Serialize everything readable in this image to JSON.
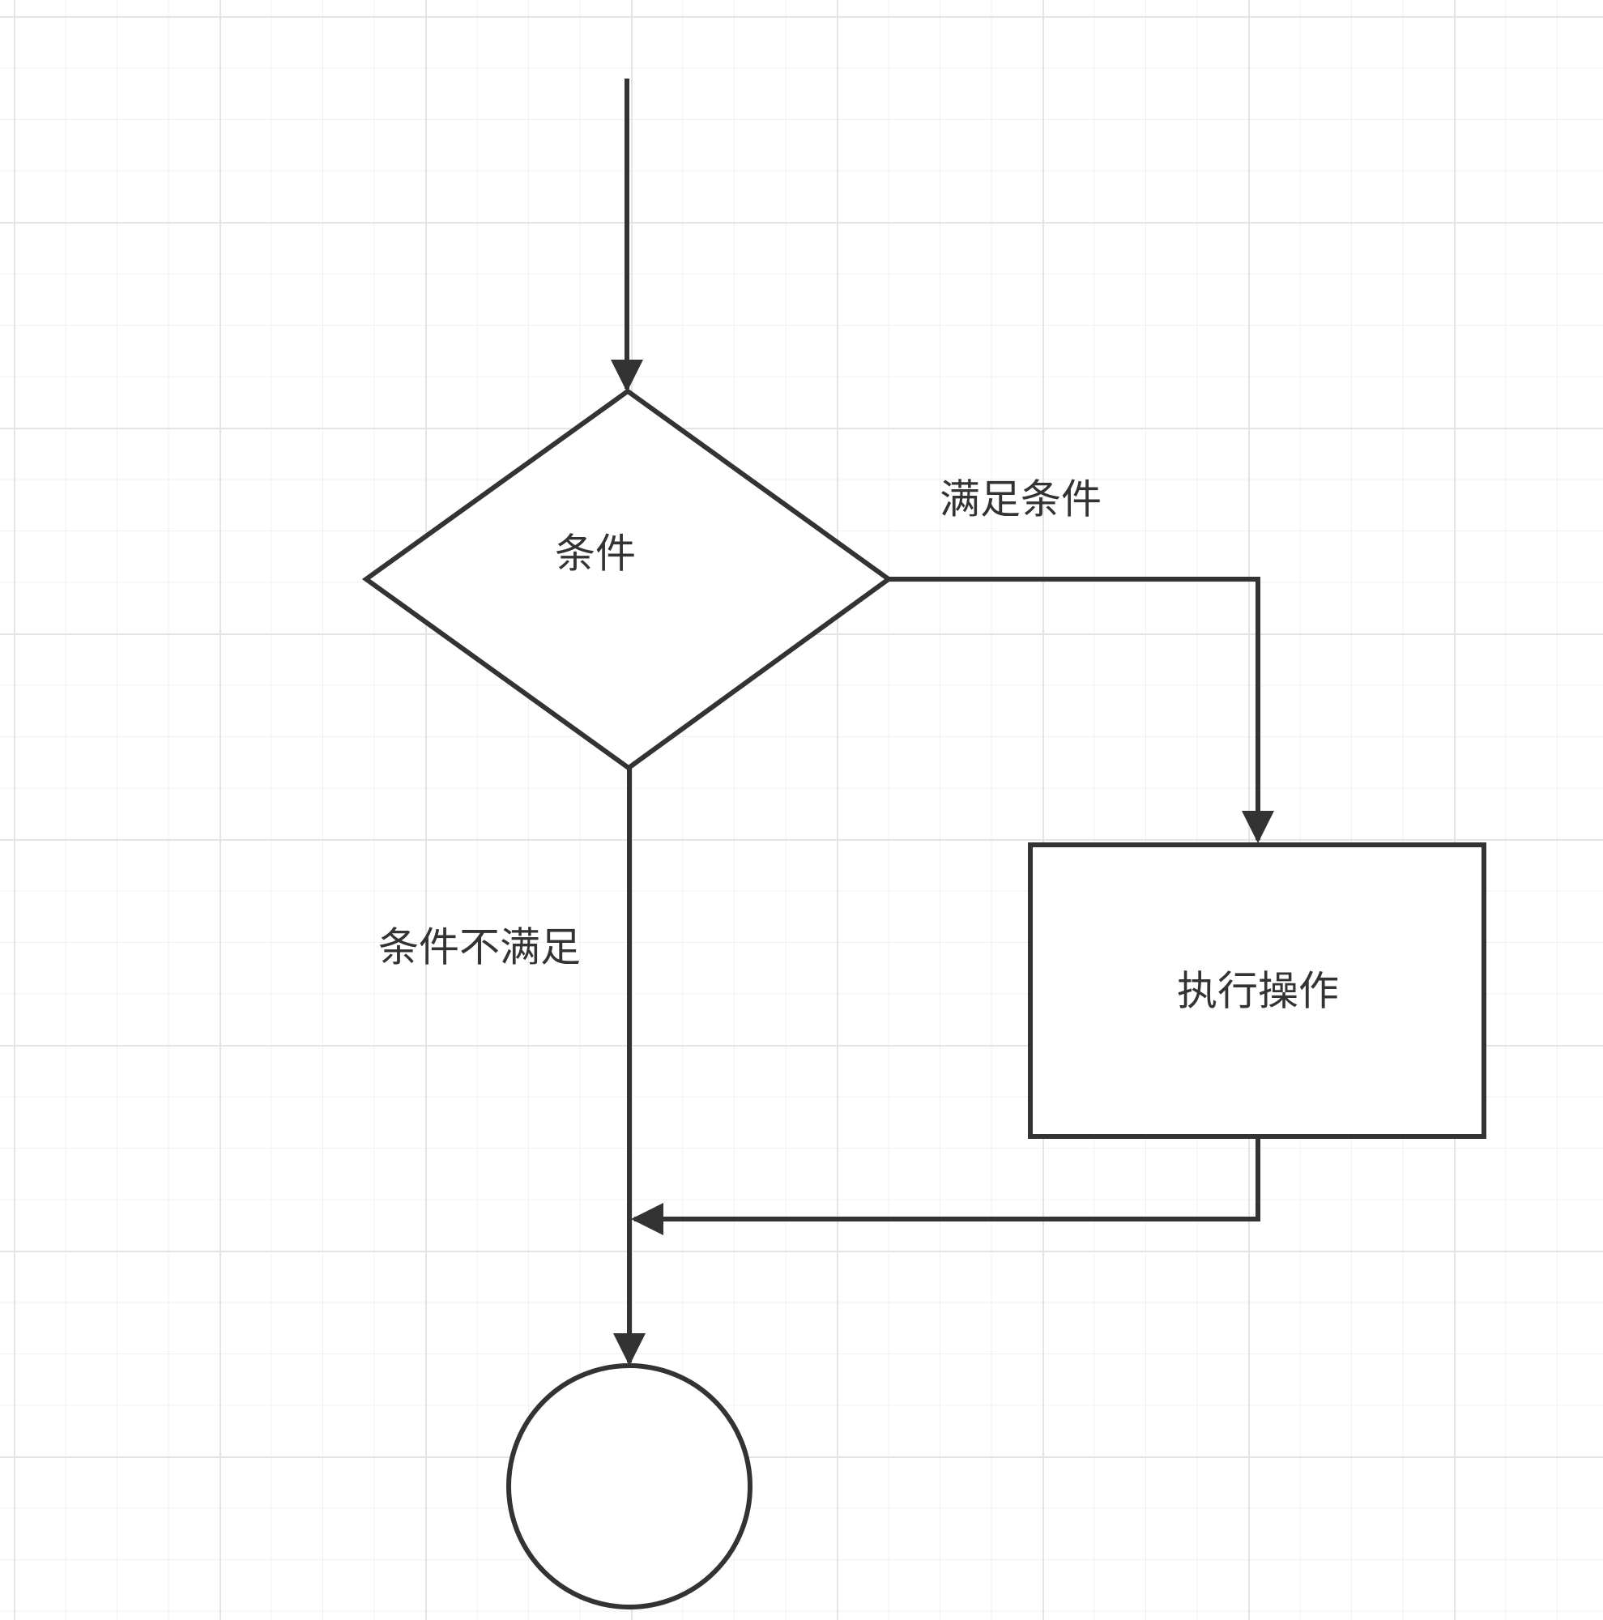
{
  "diagram": {
    "decision": {
      "label": "条件"
    },
    "process": {
      "label": "执行操作"
    },
    "edges": {
      "yes_label": "满足条件",
      "no_label": "条件不满足"
    }
  },
  "colors": {
    "stroke": "#333333",
    "fill": "#ffffff",
    "grid": "#e4e4e4"
  }
}
